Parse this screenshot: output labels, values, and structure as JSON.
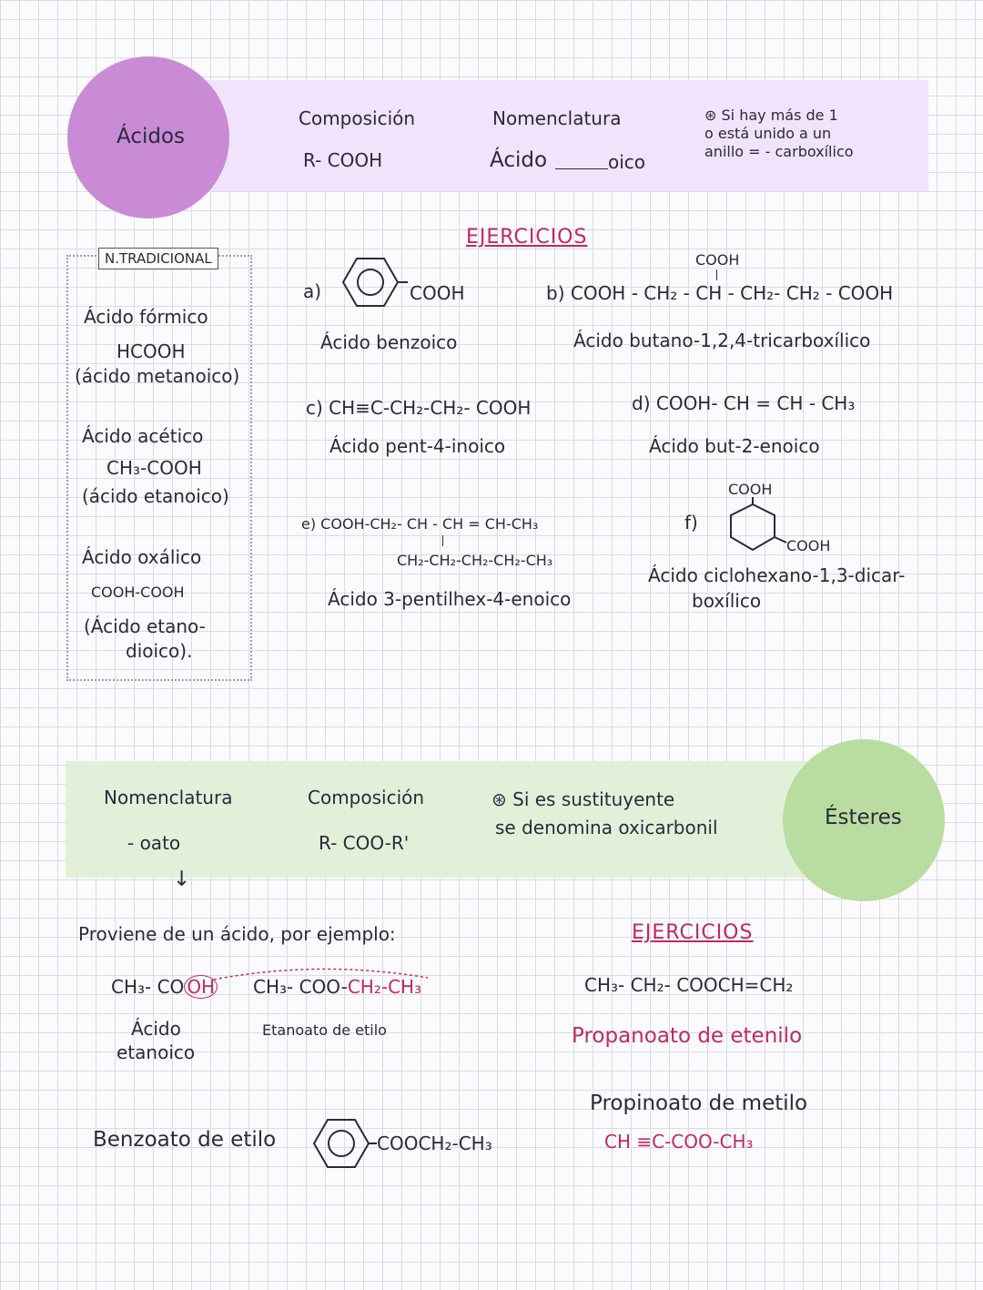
{
  "acidos": {
    "title": "Ácidos",
    "composicion_label": "Composición",
    "composicion_formula": "R- COOH",
    "nomenclatura_label": "Nomenclatura",
    "nomenclatura_prefix": "Ácido",
    "nomenclatura_suffix": "oico",
    "note_line1": "Si hay más de 1",
    "note_line2": "o está unido a un",
    "note_line3": "anillo = - carboxílico"
  },
  "tradicional": {
    "label": "N.TRADICIONAL",
    "items": [
      {
        "name": "Ácido fórmico",
        "formula": "HCOOH",
        "iupac": "(ácido metanoico)"
      },
      {
        "name": "Ácido acético",
        "formula": "CH₃-COOH",
        "iupac": "(ácido etanoico)"
      },
      {
        "name": "Ácido oxálico",
        "formula": "COOH-COOH",
        "iupac_line1": "(Ácido etano-",
        "iupac_line2": "dioico)."
      }
    ]
  },
  "ejercicios_acidos": {
    "title": "EJERCICIOS",
    "a": {
      "label": "a)",
      "group": "COOH",
      "name": "Ácido benzoico"
    },
    "b": {
      "top": "COOH",
      "formula": "b) COOH - CH₂ - CH - CH₂- CH₂ - COOH",
      "name": "Ácido butano-1,2,4-tricarboxílico"
    },
    "c": {
      "formula": "c) CH≡C-CH₂-CH₂- COOH",
      "name": "Ácido pent-4-inoico"
    },
    "d": {
      "formula": "d) COOH- CH = CH - CH₃",
      "name": "Ácido but-2-enoico"
    },
    "e": {
      "formula": "e) COOH-CH₂- CH - CH = CH-CH₃",
      "branch": "CH₂-CH₂-CH₂-CH₂-CH₃",
      "name": "Ácido 3-pentilhex-4-enoico"
    },
    "f": {
      "label": "f)",
      "group_top": "COOH",
      "group_right": "COOH",
      "name_line1": "Ácido ciclohexano-1,3-dicar-",
      "name_line2": "boxílico"
    }
  },
  "esteres": {
    "title": "Ésteres",
    "nomenclatura_label": "Nomenclatura",
    "nomenclatura_suffix": "- oato",
    "composicion_label": "Composición",
    "composicion_formula": "R- COO-R'",
    "note_line1": "Si es sustituyente",
    "note_line2": "se denomina oxicarbonil",
    "proviene": "Proviene de un ácido, por ejemplo:",
    "ejemplo_acido_left": "CH₃- CO",
    "ejemplo_acido_oh": "OH",
    "ejemplo_ester_black": "CH₃- COO-",
    "ejemplo_ester_pink": "CH₂-CH₃",
    "ejemplo_acido_name_line1": "Ácido",
    "ejemplo_acido_name_line2": "etanoico",
    "ejemplo_ester_name": "Etanoato de etilo",
    "benzoato_label": "Benzoato de etilo",
    "benzoato_group": "COOCH₂-CH₃"
  },
  "ejercicios_esteres": {
    "title": "EJERCICIOS",
    "item1_formula": "CH₃- CH₂- COOCH=CH₂",
    "item1_name": "Propanoato de etenilo",
    "item2_name": "Propinoato de metilo",
    "item2_formula": "CH ≡C-COO-CH₃"
  }
}
